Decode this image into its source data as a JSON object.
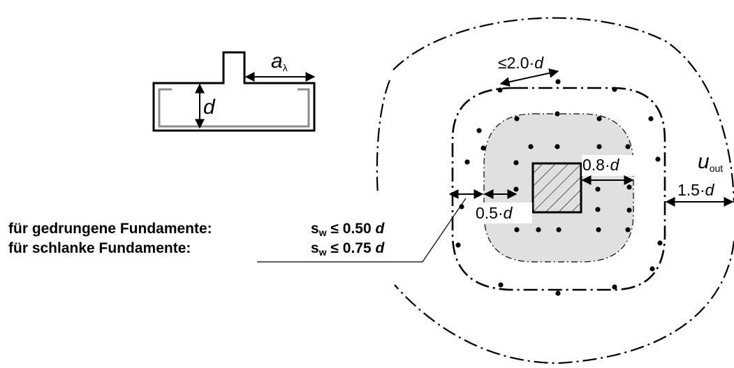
{
  "section_sketch": {
    "a_symbol": "a",
    "a_subscript": "λ",
    "d_label": "d"
  },
  "plan": {
    "spacing_outer_label": "≤2.0·",
    "spacing_outer_var": "d",
    "column_offset_label": "0.8·",
    "column_offset_var": "d",
    "perimeter_symbol": "u",
    "perimeter_subscript": "out",
    "outer_offset_label": "1.5·",
    "outer_offset_var": "d",
    "first_row_label": "0.5·",
    "first_row_var": "d"
  },
  "legend": {
    "rows": [
      {
        "text": "für gedrungene Fundamente:",
        "s": "s",
        "sub": "w",
        "rel": " ≤ 0.50 ",
        "var": "d"
      },
      {
        "text": "für schlanke Fundamente:",
        "s": "s",
        "sub": "w",
        "rel": " ≤ 0.75 ",
        "var": "d"
      }
    ]
  }
}
